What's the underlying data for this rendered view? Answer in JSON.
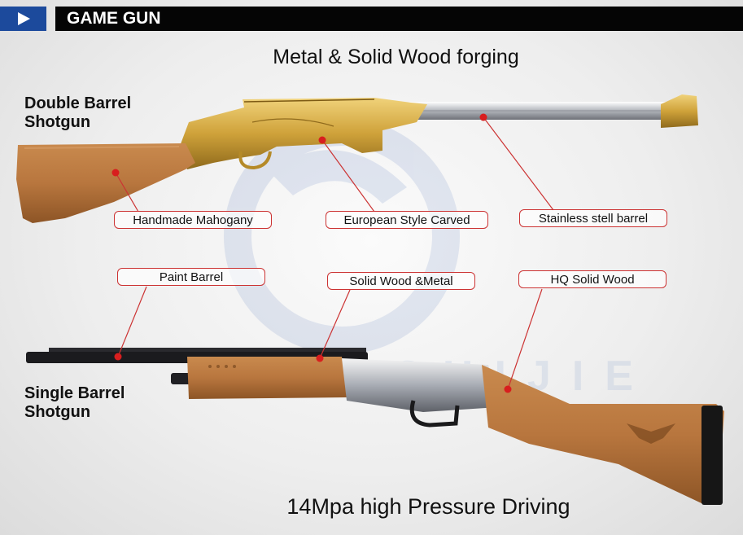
{
  "header": {
    "title": "GAME GUN",
    "accent_color": "#1c4a9c",
    "bar_color": "#050505",
    "arrow_icon": "play-arrow-icon"
  },
  "headline_top": "Metal & Solid Wood forging",
  "headline_bottom": "14Mpa high Pressure Driving",
  "watermark": "XUN SHIJIE",
  "double_barrel": {
    "name_line1": "Double Barrel",
    "name_line2": "Shotgun",
    "callouts": {
      "stock": "Handmade Mahogany",
      "receiver": "European Style Carved",
      "barrel": "Stainless stell barrel"
    }
  },
  "single_barrel": {
    "name_line1": "Single Barrel",
    "name_line2": "Shotgun",
    "callouts": {
      "barrel": "Paint Barrel",
      "forend": "Solid Wood &Metal",
      "stock": "HQ Solid Wood"
    }
  },
  "colors": {
    "callout_border": "#cc3333",
    "marker_dot": "#d81e1e",
    "wood": "#b8763e",
    "gold": "#d2a93a"
  }
}
